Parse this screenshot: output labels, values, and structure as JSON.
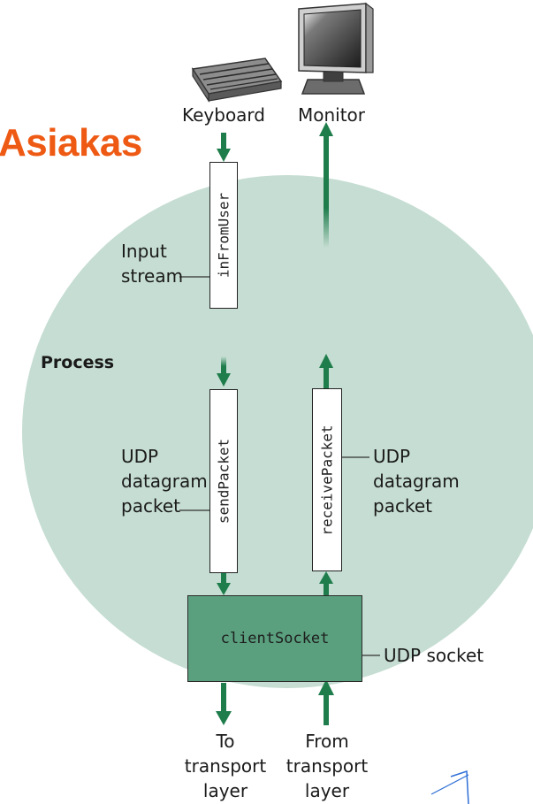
{
  "title": "Asiakas",
  "devices": {
    "keyboard": "Keyboard",
    "monitor": "Monitor"
  },
  "process_label": "Process",
  "streams": {
    "input_stream": "Input\nstream",
    "in_from_user": "inFromUser"
  },
  "packets": {
    "send": "sendPacket",
    "receive": "receivePacket",
    "send_label": "UDP\ndatagram\npacket",
    "receive_label": "UDP\ndatagram\npacket"
  },
  "socket": {
    "name": "clientSocket",
    "label": "UDP socket"
  },
  "transport": {
    "to": "To\ntransport\nlayer",
    "from": "From\ntransport\nlayer"
  },
  "colors": {
    "title": "#ee5a13",
    "process_fill": "#c5ddd2",
    "arrow": "#1f7d4c",
    "socket_fill": "#5aa07e",
    "pen_stroke": "#2f6fd6"
  }
}
